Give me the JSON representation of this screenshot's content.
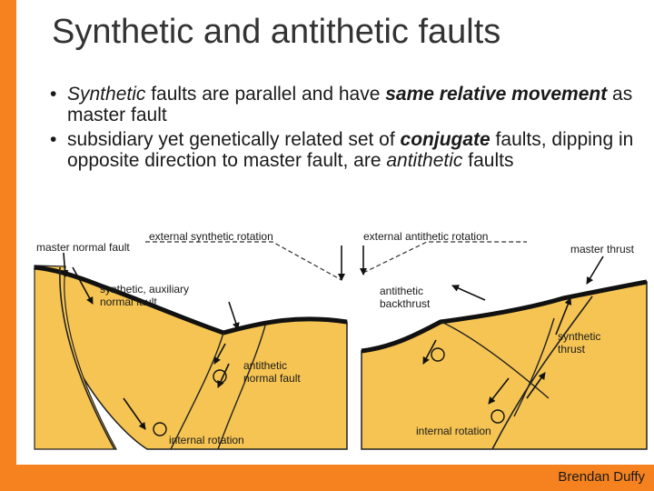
{
  "slide": {
    "title": "Synthetic and antithetic faults",
    "author": "Brendan Duffy",
    "colors": {
      "accent": "#f5821f",
      "rock": "#f5c453"
    },
    "bullets": [
      {
        "parts": [
          {
            "text": "Synthetic",
            "style": "italic"
          },
          {
            "text": " faults are parallel and have ",
            "style": "normal"
          },
          {
            "text": "same relative movement",
            "style": "bold-italic"
          },
          {
            "text": " as master fault",
            "style": "normal"
          }
        ]
      },
      {
        "parts": [
          {
            "text": "subsidiary yet genetically related set of ",
            "style": "normal"
          },
          {
            "text": "conjugate",
            "style": "bold-italic"
          },
          {
            "text": " faults, dipping in opposite direction to master fault, are ",
            "style": "normal"
          },
          {
            "text": "antithetic",
            "style": "italic"
          },
          {
            "text": " faults",
            "style": "normal"
          }
        ]
      }
    ]
  },
  "diagram": {
    "left": {
      "master_fault": "master normal fault",
      "external_rotation": "external synthetic rotation",
      "synthetic_label_1": "synthetic, auxiliary",
      "synthetic_label_2": "normal fault",
      "antithetic_label_1": "antithetic",
      "antithetic_label_2": "normal fault",
      "internal_rotation": "internal rotation"
    },
    "right": {
      "external_rotation": "external antithetic rotation",
      "master_fault": "master thrust",
      "antithetic_label_1": "antithetic",
      "antithetic_label_2": "backthrust",
      "synthetic_label_1": "synthetic",
      "synthetic_label_2": "thrust",
      "internal_rotation": "internal rotation"
    }
  }
}
